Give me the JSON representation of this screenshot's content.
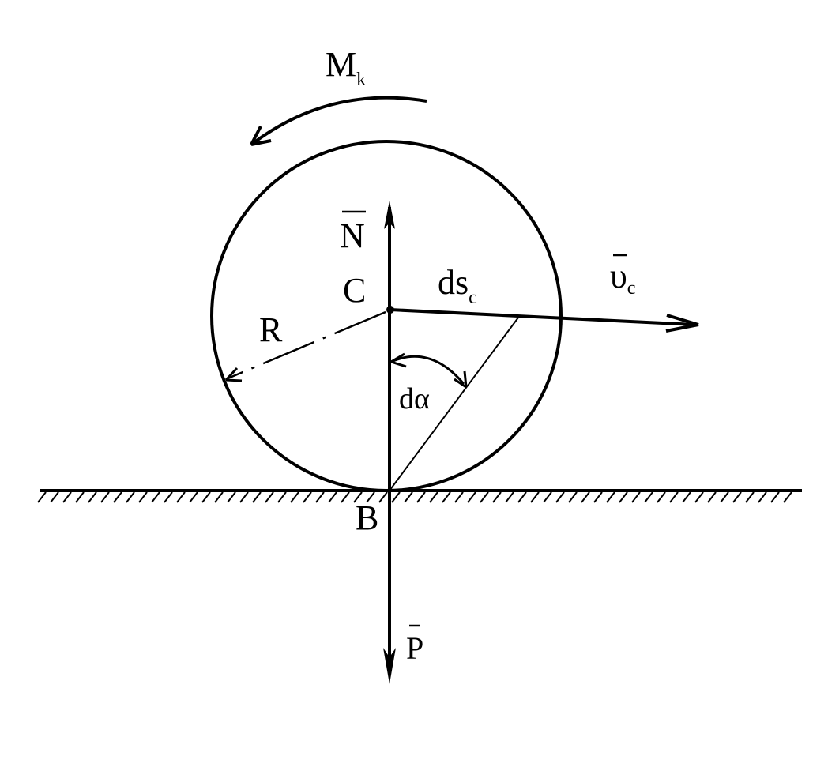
{
  "labels": {
    "moment_main": "M",
    "moment_sub": "k",
    "normal": "N",
    "center": "C",
    "displacement_main": "ds",
    "displacement_sub": "c",
    "velocity_main": "υ",
    "velocity_sub": "c",
    "radius": "R",
    "angle": "dα",
    "contact": "B",
    "weight": "P"
  },
  "colors": {
    "ink": "#000000",
    "background": "#ffffff"
  }
}
